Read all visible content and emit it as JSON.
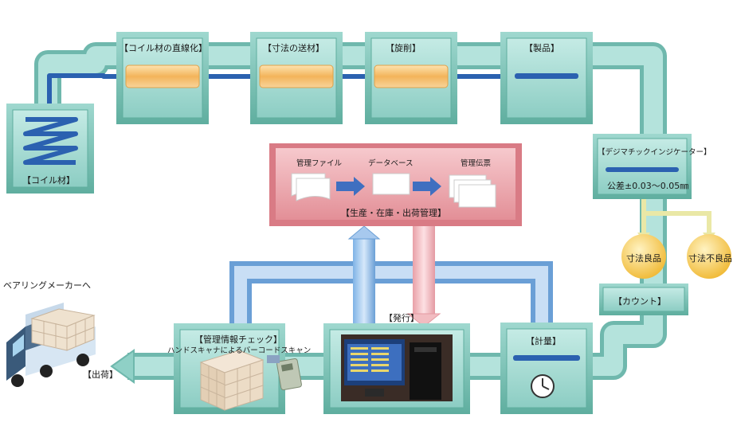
{
  "stations": {
    "coil": "【コイル材】",
    "straighten": "【コイル材の直線化】",
    "feed": "【寸法の送材】",
    "lathe": "【旋削】",
    "product": "【製品】",
    "indicator": "【デジマチックインジケーター】",
    "tolerance": "公差±0.03〜0.05㎜",
    "count": "【カウント】",
    "weigh": "【計量】",
    "issue": "【発行】",
    "check_title": "【管理情報チェック】",
    "check_sub": "ハンドスキャナによるバーコードスキャン",
    "ship": "【出荷】",
    "destination": "ベアリングメーカーへ"
  },
  "judgement": {
    "good": "寸法良品",
    "bad": "寸法不良品"
  },
  "management": {
    "file": "管理ファイル",
    "database": "データベース",
    "slip": "管理伝票",
    "footer": "【生産・在庫・出荷管理】"
  },
  "colors": {
    "box": "#7fc7bd",
    "pipe": "#a6dcd5",
    "core": "#2b61b0",
    "mgmt": "#eba7ad",
    "circle": "#f5c842"
  }
}
